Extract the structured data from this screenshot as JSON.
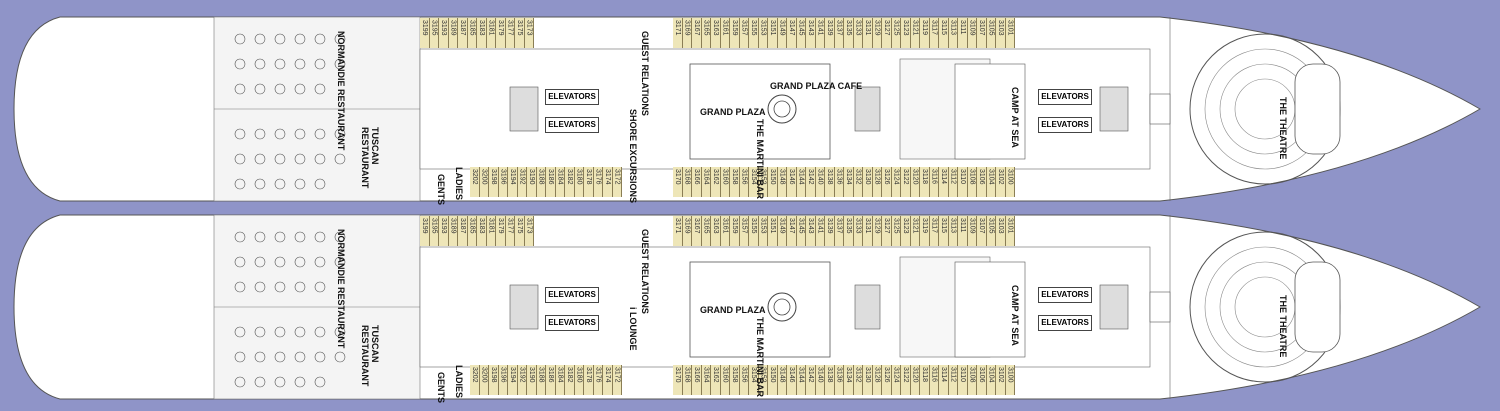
{
  "map": {
    "background_color": "#8f94c8",
    "hull_color": "#ffffff",
    "cabin_color": "#eee6b8",
    "decks": [
      {
        "labels": {
          "guest_relations": "GUEST RELATIONS",
          "shore_excursions": "SHORE EXCURSIONS",
          "grand_plaza_cafe": "GRAND PLAZA CAFE",
          "grand_plaza": "GRAND PLAZA",
          "martini_bar": "THE MARTINI BAR",
          "elevators_1": "ELEVATORS",
          "elevators_2": "ELEVATORS",
          "elevators_3": "ELEVATORS",
          "elevators_4": "ELEVATORS",
          "camp_at_sea": "CAMP AT SEA",
          "theatre": "THE THEATRE",
          "normandie": "NORMANDIE RESTAURANT",
          "tuscan": "TUSCAN RESTAURANT",
          "gents": "GENTS",
          "ladies": "LADIES"
        },
        "top_cabins_aft": [
          "3199",
          "3195",
          "3193",
          "3189",
          "3187",
          "3185",
          "3183",
          "3181",
          "3179",
          "3177",
          "3175",
          "3173"
        ],
        "top_cabins_fwd": [
          "3171",
          "3169",
          "3167",
          "3165",
          "3163",
          "3161",
          "3159",
          "3157",
          "3155",
          "3153",
          "3151",
          "3149",
          "3147",
          "3145",
          "3143",
          "3141",
          "3139",
          "3137",
          "3135",
          "3133",
          "3131",
          "3129",
          "3127",
          "3125",
          "3123",
          "3121",
          "3119",
          "3117",
          "3115",
          "3113",
          "3111",
          "3109",
          "3107",
          "3105",
          "3103",
          "3101"
        ],
        "bottom_cabins_aft": [
          "3202",
          "3200",
          "3198",
          "3196",
          "3194",
          "3192",
          "3190",
          "3188",
          "3186",
          "3184",
          "3182",
          "3180",
          "3178",
          "3176",
          "3174",
          "3172"
        ],
        "bottom_cabins_fwd": [
          "3170",
          "3168",
          "3166",
          "3164",
          "3162",
          "3160",
          "3158",
          "3156",
          "3154",
          "3152",
          "3150",
          "3148",
          "3146",
          "3144",
          "3142",
          "3140",
          "3138",
          "3136",
          "3134",
          "3132",
          "3130",
          "3128",
          "3126",
          "3124",
          "3122",
          "3120",
          "3118",
          "3116",
          "3114",
          "3112",
          "3110",
          "3108",
          "3106",
          "3104",
          "3102",
          "3100"
        ]
      },
      {
        "labels": {
          "guest_relations": "GUEST RELATIONS",
          "shore_excursions": "i LOUNGE",
          "grand_plaza_cafe": "",
          "grand_plaza": "GRAND PLAZA",
          "martini_bar": "THE MARTINI BAR",
          "elevators_1": "ELEVATORS",
          "elevators_2": "ELEVATORS",
          "elevators_3": "ELEVATORS",
          "elevators_4": "ELEVATORS",
          "camp_at_sea": "CAMP AT SEA",
          "theatre": "THE THEATRE",
          "normandie": "NORMANDIE RESTAURANT",
          "tuscan": "TUSCAN RESTAURANT",
          "gents": "GENTS",
          "ladies": "LADIES"
        },
        "top_cabins_aft": [
          "3199",
          "3195",
          "3193",
          "3189",
          "3187",
          "3185",
          "3183",
          "3181",
          "3179",
          "3177",
          "3175",
          "3173"
        ],
        "top_cabins_fwd": [
          "3171",
          "3169",
          "3167",
          "3165",
          "3163",
          "3161",
          "3159",
          "3157",
          "3155",
          "3153",
          "3151",
          "3149",
          "3147",
          "3145",
          "3143",
          "3141",
          "3139",
          "3137",
          "3135",
          "3133",
          "3131",
          "3129",
          "3127",
          "3125",
          "3123",
          "3121",
          "3119",
          "3117",
          "3115",
          "3113",
          "3111",
          "3109",
          "3107",
          "3105",
          "3103",
          "3101"
        ],
        "bottom_cabins_aft": [
          "3202",
          "3200",
          "3198",
          "3196",
          "3194",
          "3192",
          "3190",
          "3188",
          "3186",
          "3184",
          "3182",
          "3180",
          "3178",
          "3176",
          "3174",
          "3172"
        ],
        "bottom_cabins_fwd": [
          "3170",
          "3168",
          "3166",
          "3164",
          "3162",
          "3160",
          "3158",
          "3156",
          "3154",
          "3152",
          "3150",
          "3148",
          "3146",
          "3144",
          "3142",
          "3140",
          "3138",
          "3136",
          "3134",
          "3132",
          "3130",
          "3128",
          "3126",
          "3124",
          "3122",
          "3120",
          "3118",
          "3116",
          "3114",
          "3112",
          "3110",
          "3108",
          "3106",
          "3104",
          "3102",
          "3100"
        ]
      }
    ]
  }
}
